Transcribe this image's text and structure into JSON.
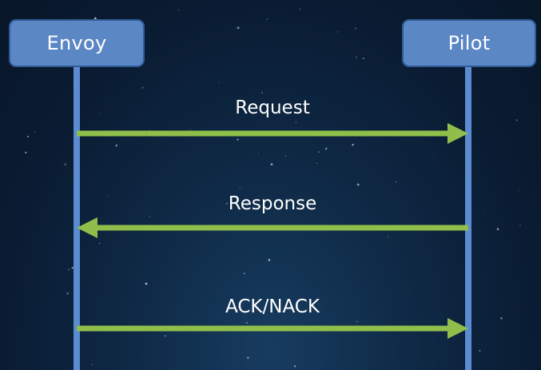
{
  "actors": {
    "left": {
      "label": "Envoy"
    },
    "right": {
      "label": "Pilot"
    }
  },
  "messages": [
    {
      "label": "Request",
      "from": "left",
      "to": "right"
    },
    {
      "label": "Response",
      "from": "right",
      "to": "left"
    },
    {
      "label": "ACK/NACK",
      "from": "left",
      "to": "right"
    }
  ],
  "colors": {
    "actor_fill": "#5b87c4",
    "actor_border": "#2f5b97",
    "lifeline": "#5b8bd0",
    "arrow": "#8fbf4a",
    "text": "#ffffff"
  }
}
